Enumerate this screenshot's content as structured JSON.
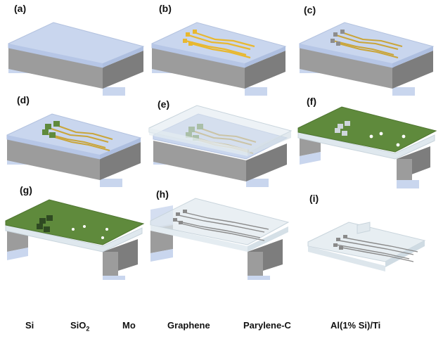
{
  "panels": [
    {
      "id": "a",
      "label": "(a)"
    },
    {
      "id": "b",
      "label": "(b)"
    },
    {
      "id": "c",
      "label": "(c)"
    },
    {
      "id": "d",
      "label": "(d)"
    },
    {
      "id": "e",
      "label": "(e)"
    },
    {
      "id": "f",
      "label": "(f)"
    },
    {
      "id": "g",
      "label": "(g)"
    },
    {
      "id": "h",
      "label": "(h)"
    },
    {
      "id": "i",
      "label": "(i)"
    }
  ],
  "legend": [
    {
      "name": "Si",
      "text": "Si",
      "sub": ""
    },
    {
      "name": "sio2",
      "text": "SiO",
      "sub": "2"
    },
    {
      "name": "mo",
      "text": "Mo",
      "sub": ""
    },
    {
      "name": "graphene",
      "text": "Graphene",
      "sub": ""
    },
    {
      "name": "parylene-c",
      "text": "Parylene-C",
      "sub": ""
    },
    {
      "name": "al-si-ti",
      "text": "Al(1% Si)/Ti",
      "sub": ""
    }
  ],
  "colors": {
    "si_side": "#9a9a9a",
    "sio2_top": "#c9d6ee",
    "mo": "#e8b830",
    "graphene": "#5f8a3c",
    "parylene": "#dfe8ee",
    "al": "#8a8a8a"
  }
}
